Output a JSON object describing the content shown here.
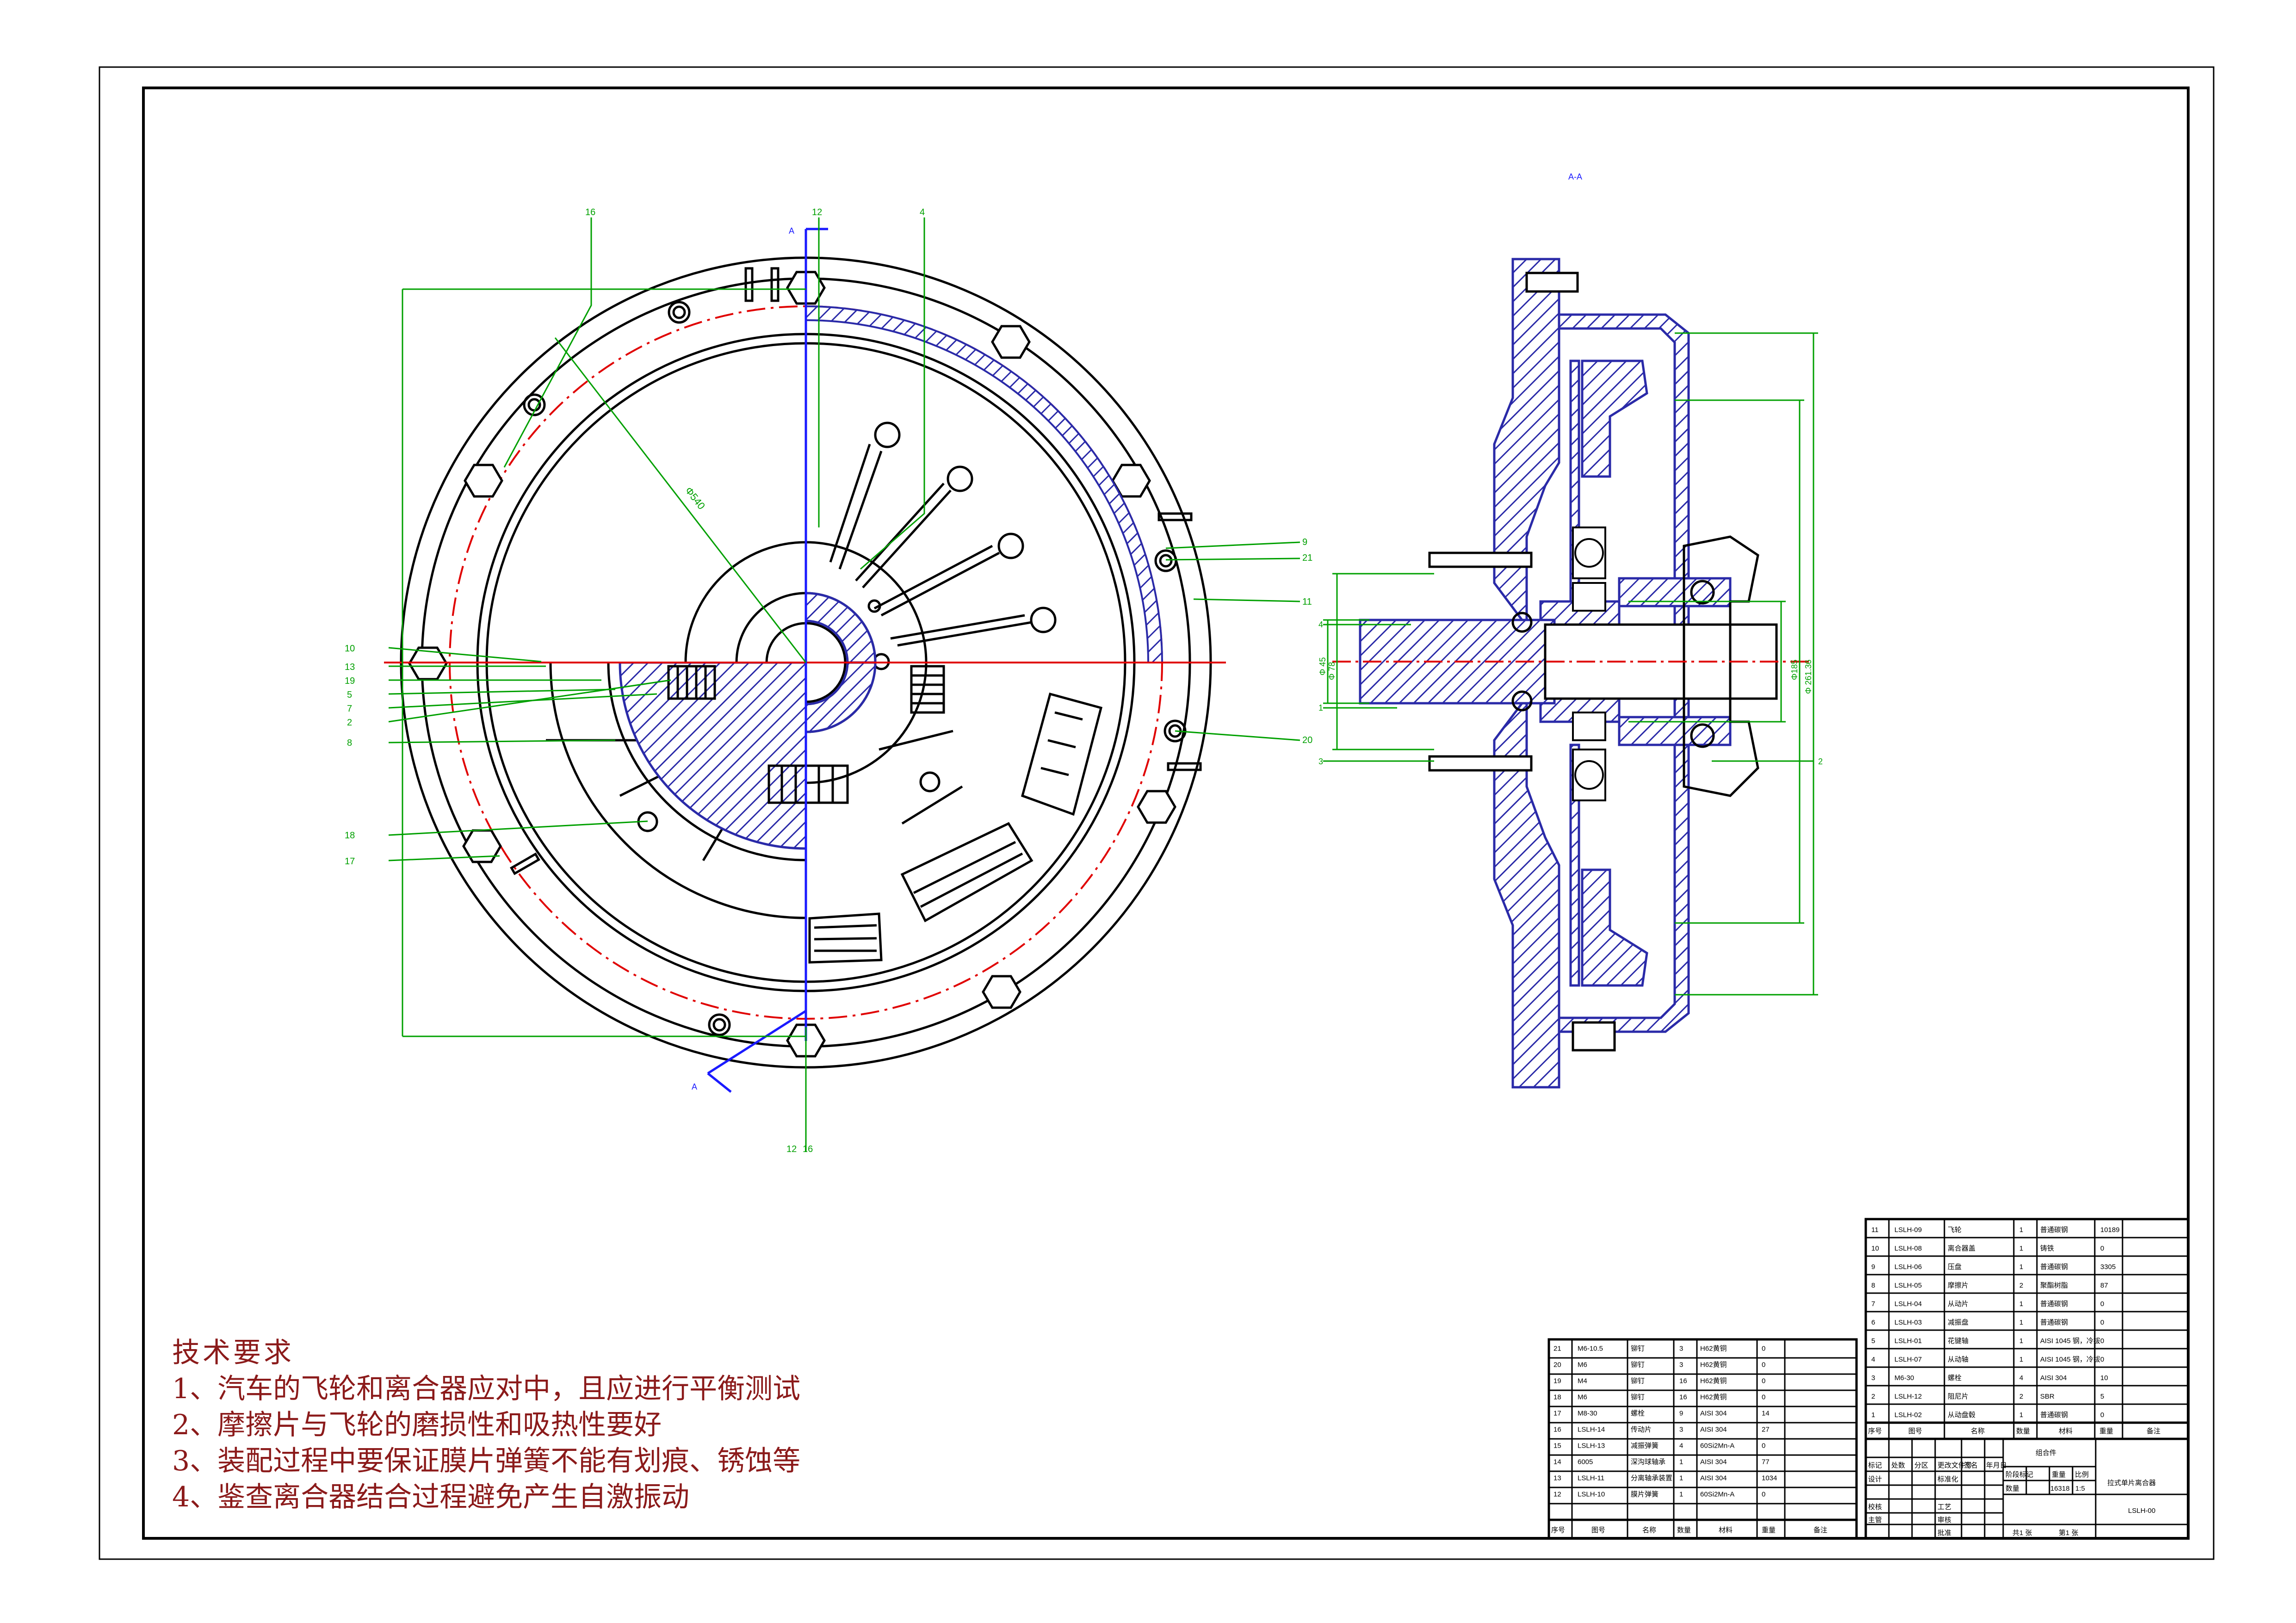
{
  "section_label": "A-A",
  "view_marker": "A",
  "dim_diameter": "Φ540",
  "dims_right": [
    "Φ185",
    "Φ 261.36"
  ],
  "dims_left": [
    "Φ 45",
    "Φ 78"
  ],
  "balloons_top": [
    "16",
    "12",
    "4"
  ],
  "balloons_bottom": [
    "12",
    "16"
  ],
  "balloons_left": [
    "10",
    "13",
    "19",
    "5",
    "7",
    "2",
    "8",
    "18",
    "17"
  ],
  "balloons_right": [
    "9",
    "21",
    "11",
    "20"
  ],
  "side_balloons_left": [
    "4",
    "1",
    "3"
  ],
  "side_balloons_right": [
    "2"
  ],
  "tech_requirements": {
    "title": "技术要求",
    "items": [
      "1、汽车的飞轮和离合器应对中，且应进行平衡测试",
      "2、摩擦片与飞轮的磨损性和吸热性要好",
      "3、装配过程中要保证膜片弹簧不能有划痕、锈蚀等",
      "4、鉴查离合器结合过程避免产生自激振动"
    ]
  },
  "bom_left": [
    [
      "21",
      "M6-10.5",
      "铆钉",
      "3",
      "H62黄铜",
      "0"
    ],
    [
      "20",
      "M6",
      "铆钉",
      "3",
      "H62黄铜",
      "0"
    ],
    [
      "19",
      "M4",
      "铆钉",
      "16",
      "H62黄铜",
      "0"
    ],
    [
      "18",
      "M6",
      "铆钉",
      "16",
      "H62黄铜",
      "0"
    ],
    [
      "17",
      "M8-30",
      "螺栓",
      "9",
      "AISI 304",
      "14"
    ],
    [
      "16",
      "LSLH-14",
      "传动片",
      "3",
      "AISI 304",
      "27"
    ],
    [
      "15",
      "LSLH-13",
      "减振弹簧",
      "4",
      "60Si2Mn-A",
      "0"
    ],
    [
      "14",
      "6005",
      "深沟球轴承",
      "1",
      "AISI 304",
      "77"
    ],
    [
      "13",
      "LSLH-11",
      "分离轴承装置",
      "1",
      "AISI 304",
      "1034"
    ],
    [
      "12",
      "LSLH-10",
      "膜片弹簧",
      "1",
      "60Si2Mn-A",
      "0"
    ]
  ],
  "bom_right": [
    [
      "11",
      "LSLH-09",
      "飞轮",
      "1",
      "普通碳钢",
      "10189"
    ],
    [
      "10",
      "LSLH-08",
      "离合器盖",
      "1",
      "铸铁",
      "0"
    ],
    [
      "9",
      "LSLH-06",
      "压盘",
      "1",
      "普通碳钢",
      "3305"
    ],
    [
      "8",
      "LSLH-05",
      "摩擦片",
      "2",
      "聚酯树脂",
      "87"
    ],
    [
      "7",
      "LSLH-04",
      "从动片",
      "1",
      "普通碳钢",
      "0"
    ],
    [
      "6",
      "LSLH-03",
      "减振盘",
      "1",
      "普通碳钢",
      "0"
    ],
    [
      "5",
      "LSLH-01",
      "花键轴",
      "1",
      "AISI 1045 钢，冷拔",
      "0"
    ],
    [
      "4",
      "LSLH-07",
      "从动轴",
      "1",
      "AISI 1045 钢，冷拔",
      "0"
    ],
    [
      "3",
      "M6-30",
      "螺栓",
      "4",
      "AISI 304",
      "10"
    ],
    [
      "2",
      "LSLH-12",
      "阻尼片",
      "2",
      "SBR",
      "5"
    ],
    [
      "1",
      "LSLH-02",
      "从动盘毂",
      "1",
      "普通碳钢",
      "0"
    ]
  ],
  "bom_headers": [
    "序号",
    "图号",
    "名称",
    "数量",
    "材料",
    "重量",
    "备注"
  ],
  "title_block": {
    "group": "组合件",
    "drawing_name": "拉式单片离合器",
    "drawing_no": "LSLH-00",
    "stage_label": "阶段标记",
    "weight_label": "重量",
    "scale_label": "比例",
    "qty_label": "数量",
    "weight_value": "16318",
    "scale_value": "1:5",
    "sheet": "共1 张",
    "sheet_no": "第1 张",
    "rev_headers": [
      "标记",
      "处数",
      "分区",
      "更改文件号",
      "签名",
      "年月日"
    ],
    "roles": [
      "设计",
      "审核",
      "标准化",
      "工艺",
      "批准"
    ],
    "check": "校核",
    "approve": "主管"
  },
  "colors": {
    "line": "#000000",
    "hatch": "#2a2aa8",
    "leader": "#00a000",
    "center": "#e00000",
    "axis": "#1a1aff",
    "notes": "#8b1a1a"
  }
}
